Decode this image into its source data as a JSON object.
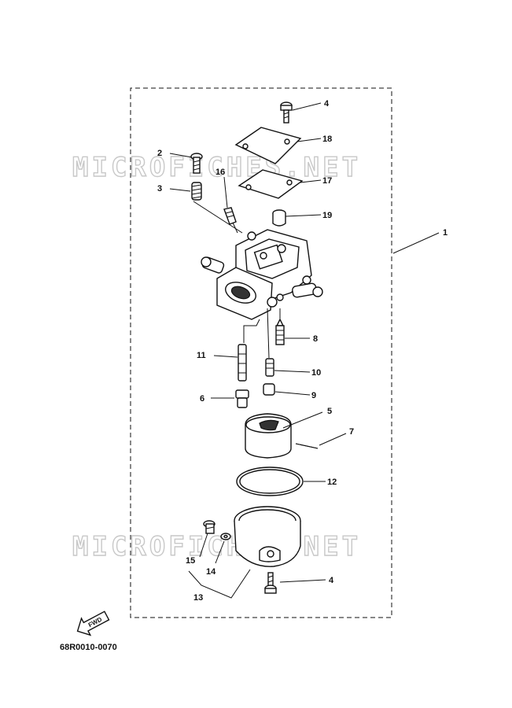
{
  "watermark": "MICROFICHES.NET",
  "diagram_code": "68R0010-0070",
  "fwd_label": "FWD",
  "colors": {
    "ink": "#111111",
    "watermark": "#c8c8c8",
    "background": "#ffffff"
  },
  "callouts": [
    {
      "id": "c-1",
      "label": "1"
    },
    {
      "id": "c-2",
      "label": "2"
    },
    {
      "id": "c-3",
      "label": "3"
    },
    {
      "id": "c-4a",
      "label": "4"
    },
    {
      "id": "c-4b",
      "label": "4"
    },
    {
      "id": "c-5",
      "label": "5"
    },
    {
      "id": "c-6",
      "label": "6"
    },
    {
      "id": "c-7",
      "label": "7"
    },
    {
      "id": "c-8",
      "label": "8"
    },
    {
      "id": "c-9",
      "label": "9"
    },
    {
      "id": "c-10",
      "label": "10"
    },
    {
      "id": "c-11",
      "label": "11"
    },
    {
      "id": "c-12",
      "label": "12"
    },
    {
      "id": "c-13",
      "label": "13"
    },
    {
      "id": "c-14",
      "label": "14"
    },
    {
      "id": "c-15",
      "label": "15"
    },
    {
      "id": "c-16",
      "label": "16"
    },
    {
      "id": "c-17",
      "label": "17"
    },
    {
      "id": "c-18",
      "label": "18"
    },
    {
      "id": "c-19",
      "label": "19"
    }
  ]
}
